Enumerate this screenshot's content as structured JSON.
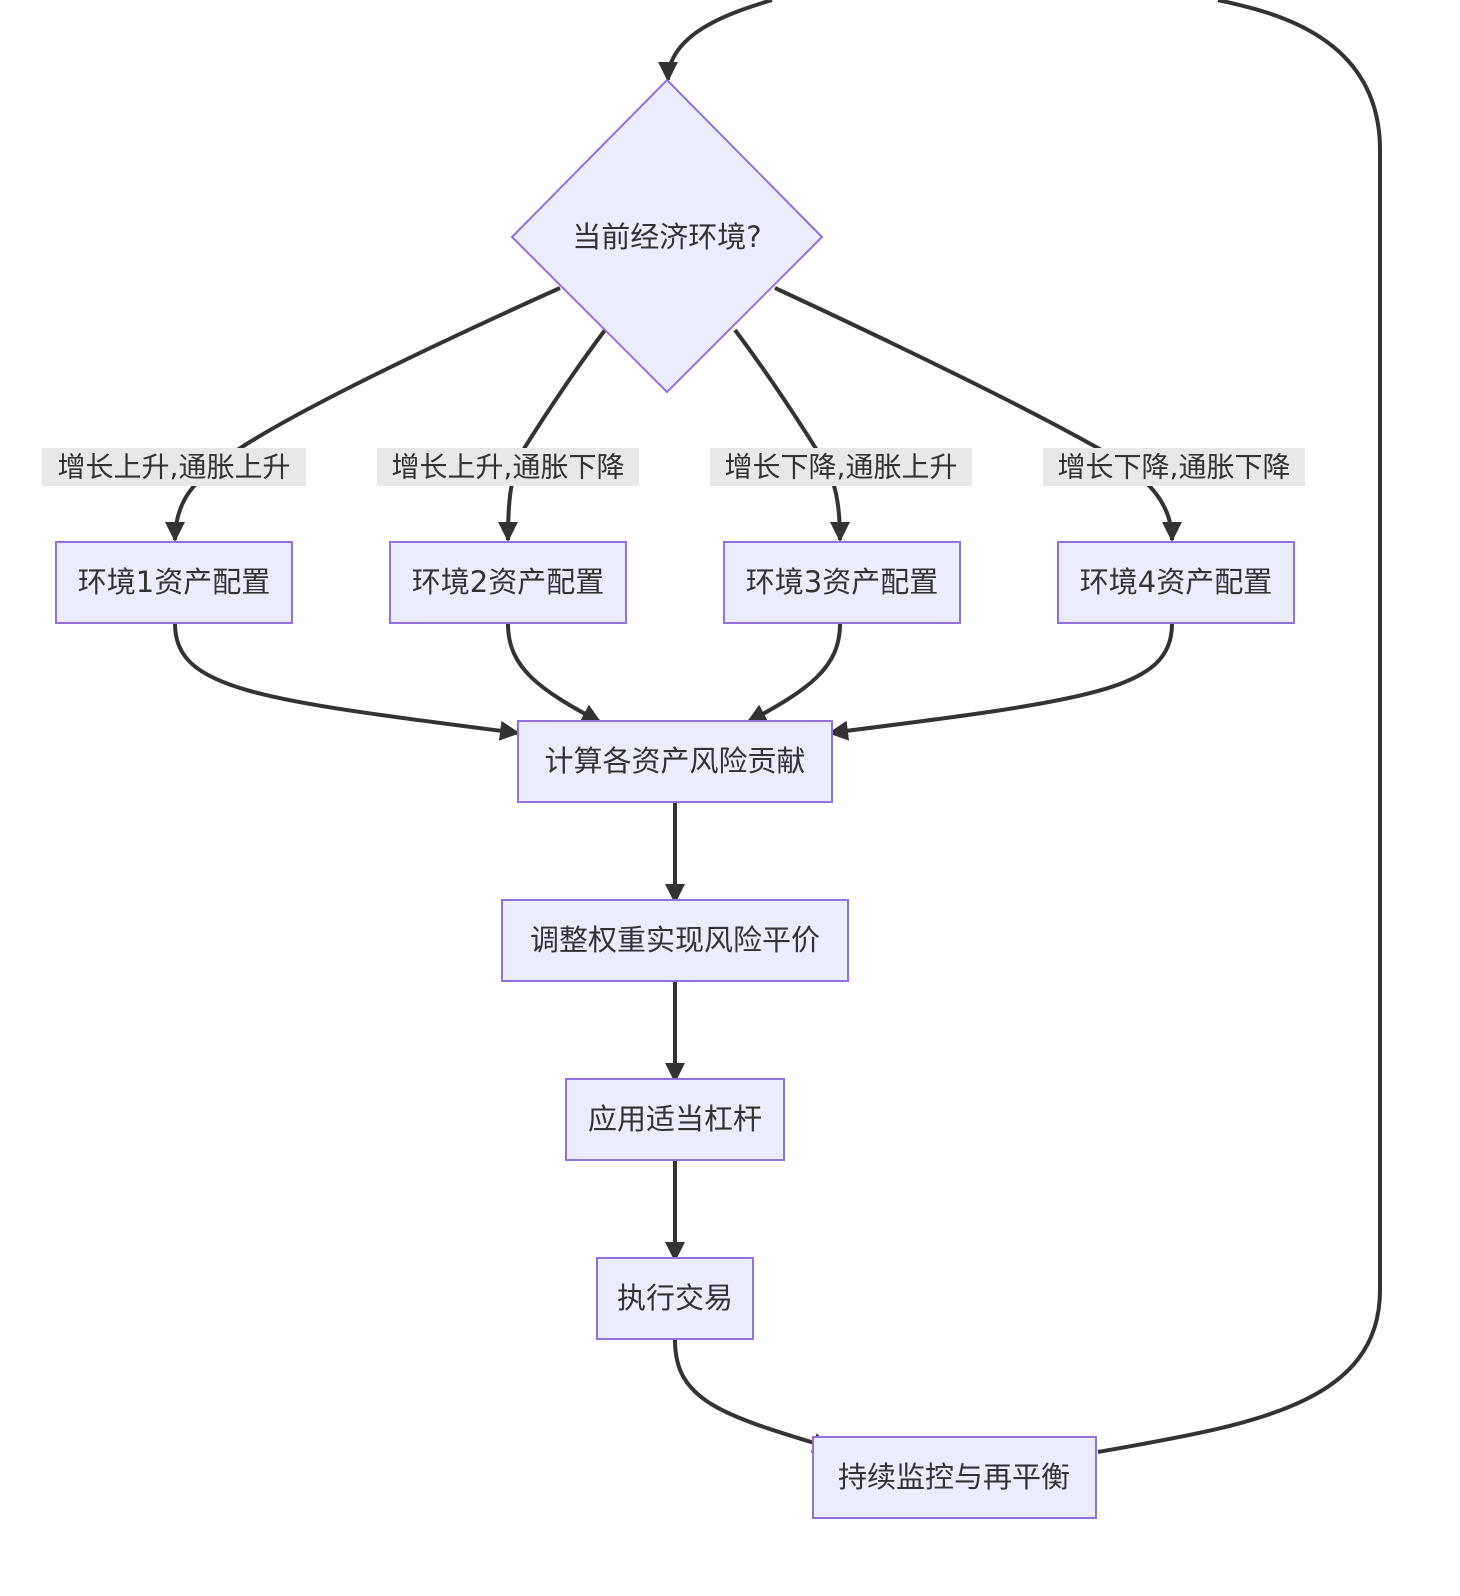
{
  "colors": {
    "node_fill": "#ECECFF",
    "node_stroke": "#9370DB",
    "edge": "#333333",
    "label_bg": "#E8E8E8",
    "text": "#333333"
  },
  "nodes": {
    "decision": "当前经济环境?",
    "env1": "环境1资产配置",
    "env2": "环境2资产配置",
    "env3": "环境3资产配置",
    "env4": "环境4资产配置",
    "risk": "计算各资产风险贡献",
    "adjust": "调整权重实现风险平价",
    "leverage": "应用适当杠杆",
    "trade": "执行交易",
    "monitor": "持续监控与再平衡"
  },
  "edge_labels": {
    "env1": "增长上升,通胀上升",
    "env2": "增长上升,通胀下降",
    "env3": "增长下降,通胀上升",
    "env4": "增长下降,通胀下降"
  }
}
